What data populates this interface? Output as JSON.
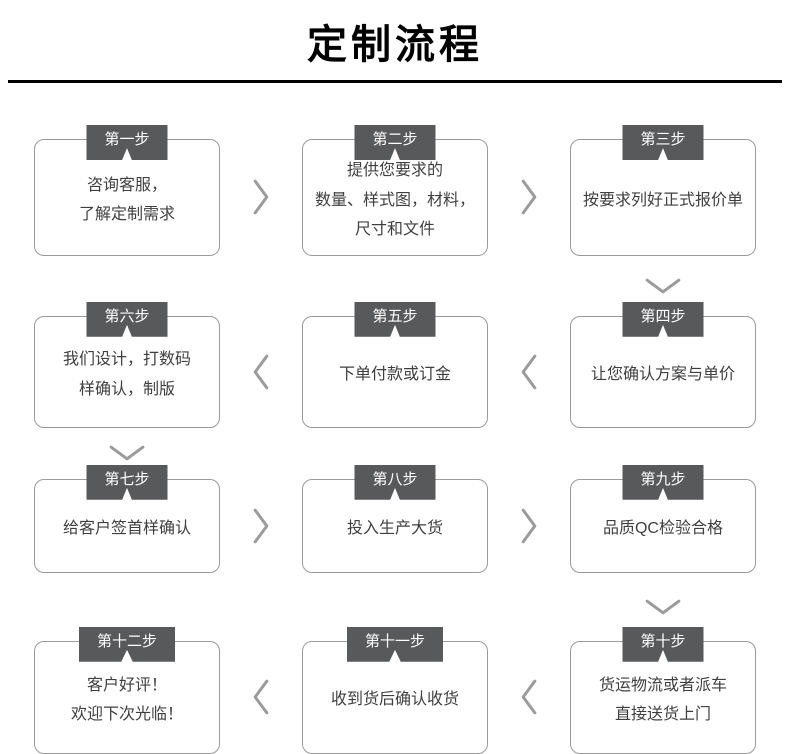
{
  "title": "定制流程",
  "steps": [
    {
      "badge": "第一步",
      "text": "咨询客服，\n了解定制需求"
    },
    {
      "badge": "第二步",
      "text": "提供您要求的\n数量、样式图，材料，\n尺寸和文件"
    },
    {
      "badge": "第三步",
      "text": "按要求列好正式报价单"
    },
    {
      "badge": "第四步",
      "text": "让您确认方案与单价"
    },
    {
      "badge": "第五步",
      "text": "下单付款或订金"
    },
    {
      "badge": "第六步",
      "text": "我们设计，打数码\n样确认，制版"
    },
    {
      "badge": "第七步",
      "text": "给客户签首样确认"
    },
    {
      "badge": "第八步",
      "text": "投入生产大货"
    },
    {
      "badge": "第九步",
      "text": "品质QC检验合格"
    },
    {
      "badge": "第十步",
      "text": "货运物流或者派车\n直接送货上门"
    },
    {
      "badge": "第十一步",
      "text": "收到货后确认收货"
    },
    {
      "badge": "第十二步",
      "text": "客户好评！\n欢迎下次光临！"
    }
  ],
  "colors": {
    "title": "#000000",
    "badge_bg": "#58595b",
    "badge_text": "#ffffff",
    "box_border": "#9b9b9b",
    "box_text": "#3f3f3f",
    "arrow": "#9b9b9b",
    "background": "#ffffff"
  }
}
